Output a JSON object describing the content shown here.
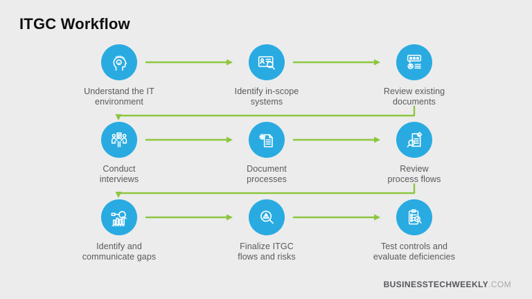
{
  "title": "ITGC Workflow",
  "colors": {
    "background": "#ececec",
    "step_circle_blue": "#29abe2",
    "arrow_green": "#8dc63f",
    "label_gray": "#58595b",
    "title_black": "#0f0f0f",
    "footer_dark_gray": "#55565a",
    "footer_light_gray": "#a6a8ab"
  },
  "steps": [
    {
      "line1": "Understand the IT",
      "line2": "environment",
      "icon": "head-lightbulb-icon"
    },
    {
      "line1": "Identify in-scope",
      "line2": "systems",
      "icon": "id-card-magnifier-icon"
    },
    {
      "line1": "Review existing",
      "line2": "documents",
      "icon": "review-stars-icon"
    },
    {
      "line1": "Conduct",
      "line2": "interviews",
      "icon": "interview-people-icon"
    },
    {
      "line1": "Document",
      "line2": "processes",
      "icon": "document-gear-icon"
    },
    {
      "line1": "Review",
      "line2": "process flows",
      "icon": "document-magnifier-gear-icon"
    },
    {
      "line1": "Identify and",
      "line2": "communicate gaps",
      "icon": "bar-chart-magnifier-icon"
    },
    {
      "line1": "Finalize ITGC",
      "line2": "flows and risks",
      "icon": "magnifier-warning-icon"
    },
    {
      "line1": "Test controls and",
      "line2": "evaluate deficiencies",
      "icon": "clipboard-checklist-magnifier-icon"
    }
  ],
  "footer": {
    "brand": "BUSINESSTECHWEEKLY",
    "suffix": ".COM"
  }
}
